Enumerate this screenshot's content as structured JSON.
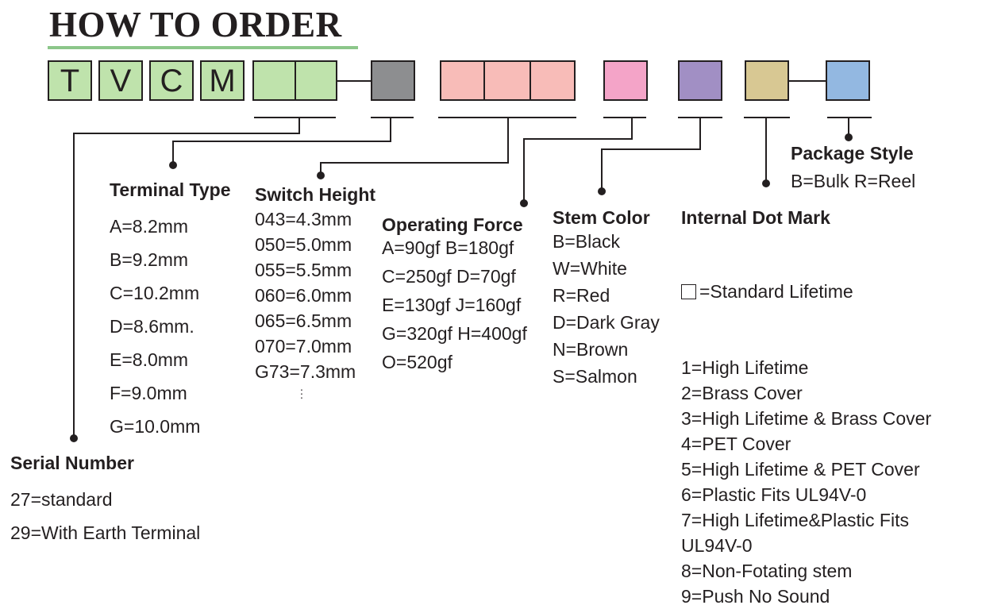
{
  "title": "HOW TO ORDER",
  "colors": {
    "series_code": "#bfe3ac",
    "terminal_type": "#bfe3ac",
    "switch_height": "#8d8e90",
    "operating_force": "#f8bcb8",
    "stem_color": "#f4a4c8",
    "internal_dot_mark": "#a18fc4",
    "package_link": "#d8c893",
    "package_style": "#93b8e1",
    "title_underline": "#8cc68a"
  },
  "code_letters": [
    "T",
    "V",
    "C",
    "M"
  ],
  "sections": {
    "terminal_type": {
      "heading": "Terminal Type",
      "items": [
        "A=8.2mm",
        "B=9.2mm",
        "C=10.2mm",
        "D=8.6mm.",
        "E=8.0mm",
        "F=9.0mm",
        "G=10.0mm"
      ]
    },
    "switch_height": {
      "heading": "Switch Height",
      "items": [
        "043=4.3mm",
        "050=5.0mm",
        "055=5.5mm",
        "060=6.0mm",
        "065=6.5mm",
        "070=7.0mm",
        "G73=7.3mm"
      ]
    },
    "operating_force": {
      "heading": "Operating Force",
      "items": [
        "A=90gf   B=180gf",
        "C=250gf D=70gf",
        "E=130gf J=160gf",
        "G=320gf H=400gf",
        "O=520gf"
      ]
    },
    "stem_color": {
      "heading": "Stem Color",
      "items": [
        "B=Black",
        "W=White",
        "R=Red",
        "D=Dark Gray",
        "N=Brown",
        "S=Salmon"
      ]
    },
    "internal_dot_mark": {
      "heading": "Internal Dot Mark",
      "first_item": "=Standard Lifetime",
      "items": [
        "1=High Lifetime",
        "2=Brass Cover",
        "3=High Lifetime & Brass Cover",
        "4=PET Cover",
        "5=High Lifetime & PET Cover",
        "6=Plastic  Fits UL94V-0",
        "7=High Lifetime&Plastic Fits",
        "   UL94V-0",
        "8=Non-Fotating stem",
        "9=Push No Sound"
      ]
    },
    "package_style": {
      "heading": "Package Style",
      "items": [
        "B=Bulk R=Reel"
      ]
    },
    "serial_number": {
      "heading": "Serial Number",
      "items": [
        "27=standard",
        "29=With Earth Terminal"
      ]
    }
  }
}
